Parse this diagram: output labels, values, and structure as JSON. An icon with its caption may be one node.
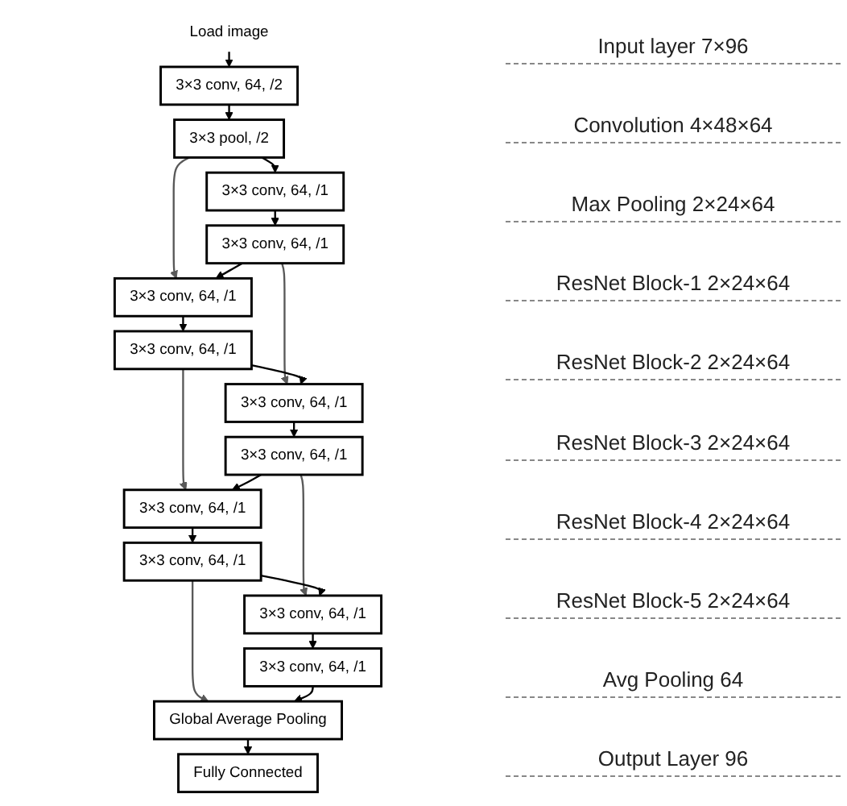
{
  "diagram": {
    "nodes": [
      {
        "text": [
          "Load image"
        ]
      },
      {
        "text": [
          "3×3 conv, 64, /2"
        ]
      },
      {
        "text": [
          "3×3 pool, /2"
        ]
      },
      {
        "text": [
          "3×3 conv, 64, /1"
        ]
      },
      {
        "text": [
          "3×3 conv, 64, /1"
        ]
      },
      {
        "text": [
          "3×3 conv, 64, /1"
        ]
      },
      {
        "text": [
          "3×3 conv, 64, /1"
        ]
      },
      {
        "text": [
          "3×3 conv, 64, /1"
        ]
      },
      {
        "text": [
          "3×3 conv, 64, /1"
        ]
      },
      {
        "text": [
          "3×3 conv, 64, /1"
        ]
      },
      {
        "text": [
          "3×3 conv, 64, /1"
        ]
      },
      {
        "text": [
          "3×3 conv, 64, /1"
        ]
      },
      {
        "text": [
          "3×3 conv, 64, /1"
        ]
      },
      {
        "text": [
          "Global Average Pooling"
        ]
      },
      {
        "text": [
          "Fully Connected"
        ]
      }
    ],
    "edges": [
      {
        "from": 0,
        "to": 1,
        "arrow": "to"
      },
      {
        "from": 1,
        "to": 2,
        "arrow": "to"
      },
      {
        "from": 2,
        "to": 3,
        "arrow": "to"
      },
      {
        "from": 3,
        "to": 4,
        "arrow": "to"
      },
      {
        "from": 2,
        "to": 5,
        "arrow": "to",
        "color": "#595959"
      },
      {
        "from": 4,
        "to": 5,
        "arrow": "to"
      },
      {
        "from": 5,
        "to": 6,
        "arrow": "to"
      },
      {
        "from": 4,
        "to": 7,
        "arrow": "to",
        "color": "#595959"
      },
      {
        "from": 6,
        "to": 7,
        "arrow": "to"
      },
      {
        "from": 7,
        "to": 8,
        "arrow": "to"
      },
      {
        "from": 6,
        "to": 9,
        "arrow": "to",
        "color": "#595959"
      },
      {
        "from": 8,
        "to": 9,
        "arrow": "to"
      },
      {
        "from": 9,
        "to": 10,
        "arrow": "to"
      },
      {
        "from": 8,
        "to": 11,
        "arrow": "to",
        "color": "#595959"
      },
      {
        "from": 10,
        "to": 11,
        "arrow": "to"
      },
      {
        "from": 11,
        "to": 12,
        "arrow": "to"
      },
      {
        "from": 10,
        "to": 13,
        "arrow": "to",
        "color": "#595959"
      },
      {
        "from": 12,
        "to": 13,
        "arrow": "to"
      },
      {
        "from": 13,
        "to": 14,
        "arrow": "to"
      }
    ],
    "labels": [
      "Input layer 7×96",
      "Convolution 4×48×64",
      "Max Pooling 2×24×64",
      "ResNet Block-1 2×24×64",
      "ResNet Block-2 2×24×64",
      "ResNet Block-3 2×24×64",
      "ResNet Block-4 2×24×64",
      "ResNet Block-5 2×24×64",
      "Avg Pooling 64",
      "Output Layer 96"
    ]
  }
}
